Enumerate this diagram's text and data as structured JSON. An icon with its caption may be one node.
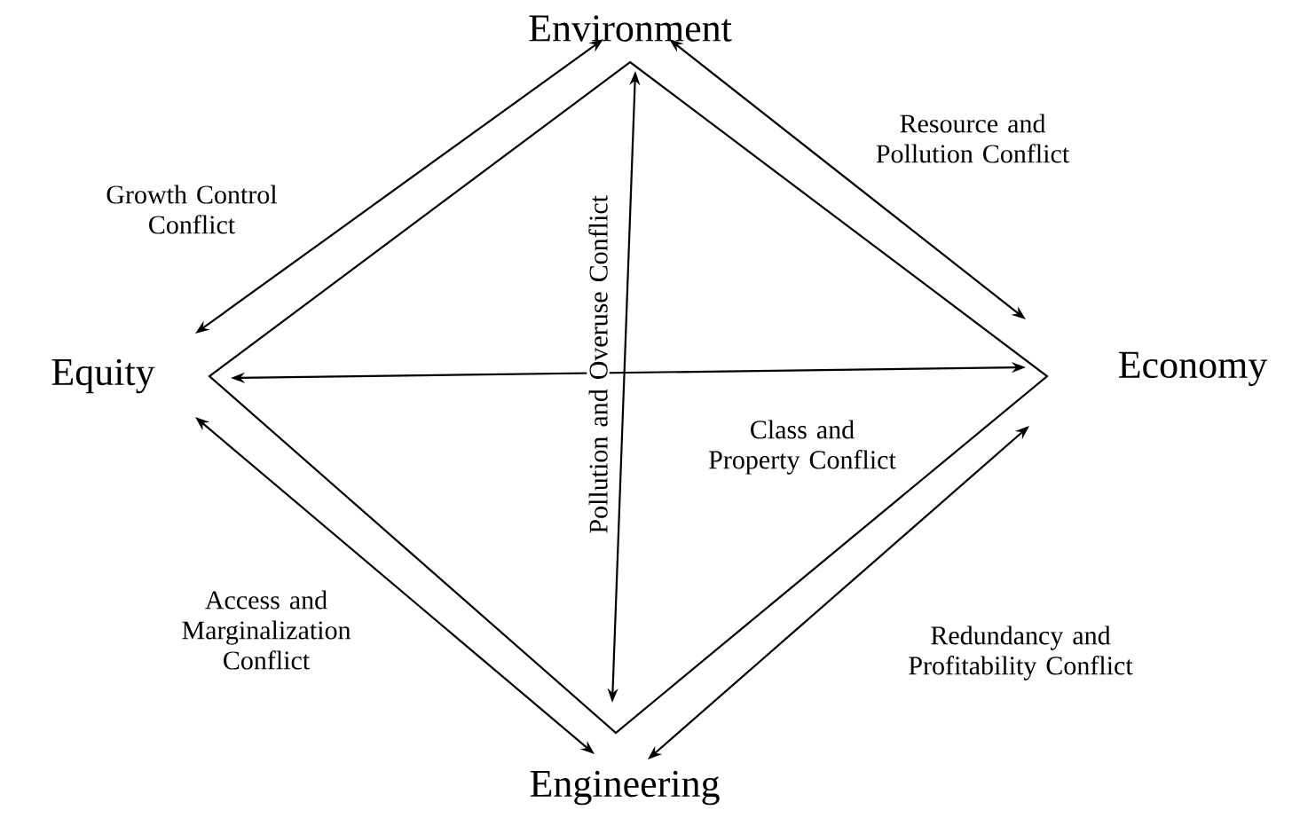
{
  "diagram": {
    "nodes": [
      {
        "text": [
          "Environment"
        ]
      },
      {
        "text": [
          "Equity"
        ]
      },
      {
        "text": [
          "Economy"
        ]
      },
      {
        "text": [
          "Engineering"
        ]
      }
    ],
    "edges": [
      {
        "from": 0,
        "to": 1,
        "arrow": "both",
        "label": "Growth Control Conflict"
      },
      {
        "from": 0,
        "to": 2,
        "arrow": "both",
        "label": "Resource and Pollution Conflict"
      },
      {
        "from": 0,
        "to": 3,
        "arrow": "both",
        "label": "Pollution and Overuse Conflict"
      },
      {
        "from": 1,
        "to": 2,
        "arrow": "both",
        "label": "Class and Property Conflict"
      },
      {
        "from": 1,
        "to": 3,
        "arrow": "both",
        "label": "Access and Marginalization Conflict"
      },
      {
        "from": 2,
        "to": 3,
        "arrow": "both",
        "label": "Redundancy and Profitability Conflict"
      }
    ]
  }
}
